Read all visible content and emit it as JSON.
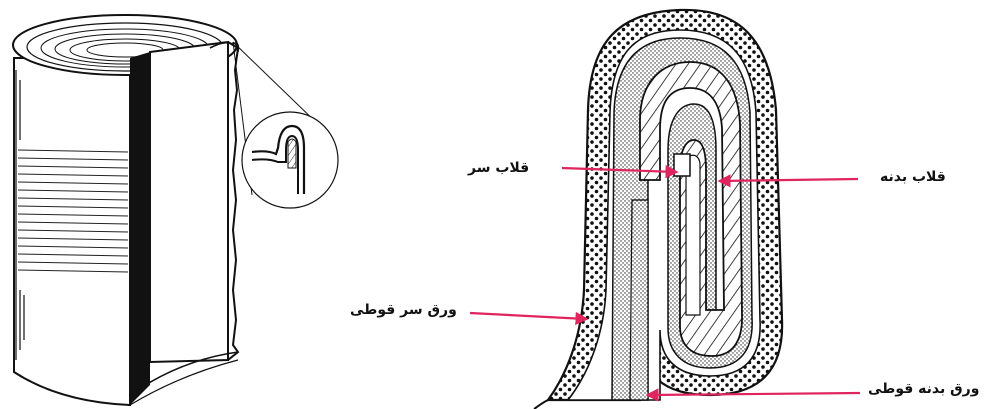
{
  "labels": {
    "head_hook": "قلاب سر",
    "body_hook": "قلاب بدنه",
    "lid_sheet": "ورق سر قوطی",
    "body_sheet": "ورق بدنه قوطی"
  },
  "colors": {
    "arrow": "#e0245e",
    "ink": "#111111",
    "background": "#ffffff"
  }
}
